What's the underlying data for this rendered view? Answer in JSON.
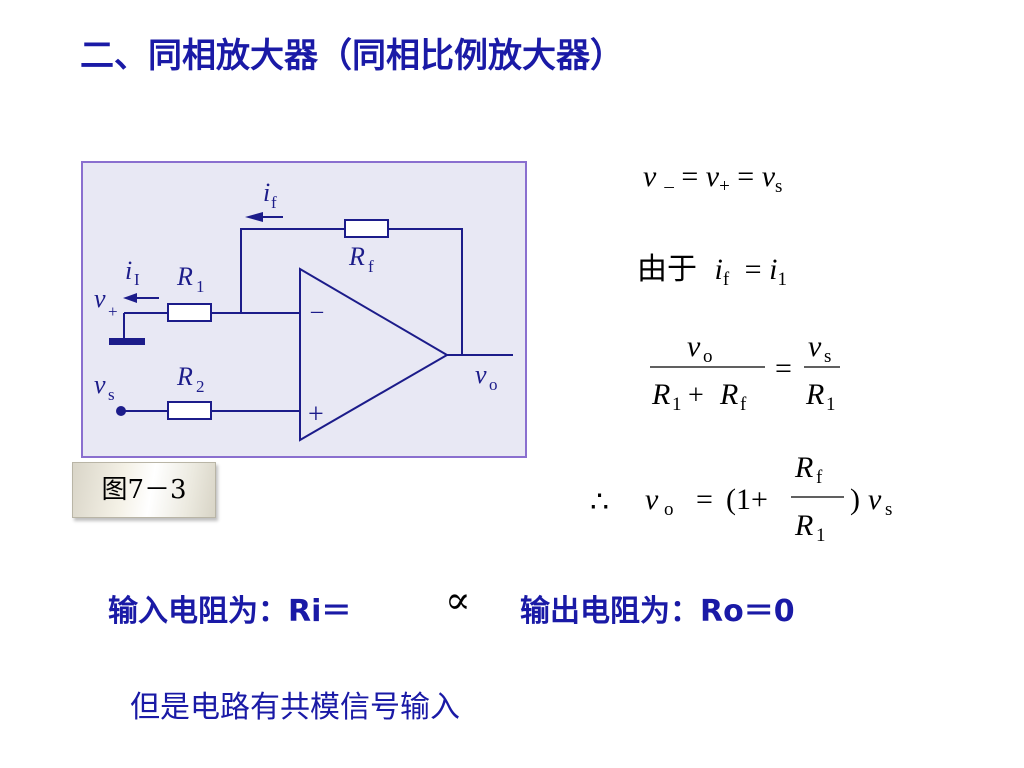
{
  "title": "二、同相放大器（同相比例放大器）",
  "figure": {
    "caption": "图7－3",
    "labels": {
      "i": "i",
      "f": "f",
      "I": "I",
      "R": "R",
      "one": "1",
      "two": "2",
      "v": "v",
      "plus_sub": "+",
      "s": "s",
      "o": "o",
      "minus_sign": "–",
      "plus_sign": "+"
    }
  },
  "equations": {
    "eq1": {
      "v": "v",
      "minus": "–",
      "equals": "=",
      "plus": "+",
      "s": "s"
    },
    "eq2": {
      "prefix": "由于",
      "i": "i",
      "f": "f",
      "equals": "=",
      "one": "1"
    },
    "eq3": {
      "v": "v",
      "o": "o",
      "R": "R",
      "one": "1",
      "plus": "+",
      "f": "f",
      "equals": "=",
      "s": "s"
    },
    "eq4": {
      "therefore": "∴",
      "v": "v",
      "o": "o",
      "equals": "=",
      "open": "(1+",
      "R": "R",
      "f": "f",
      "one": "1",
      "close": ")",
      "s": "s"
    }
  },
  "bottom": {
    "line1_left": "输入电阻为：Ri＝",
    "infinity": "∝",
    "line1_right": "输出电阻为：Ro＝0",
    "line2": "但是电路有共模信号输入"
  },
  "colors": {
    "title": "#1a1aa6",
    "frame_bg": "#e8e8f4",
    "frame_border": "#8a6fcf",
    "wire": "#1c1c8a"
  }
}
